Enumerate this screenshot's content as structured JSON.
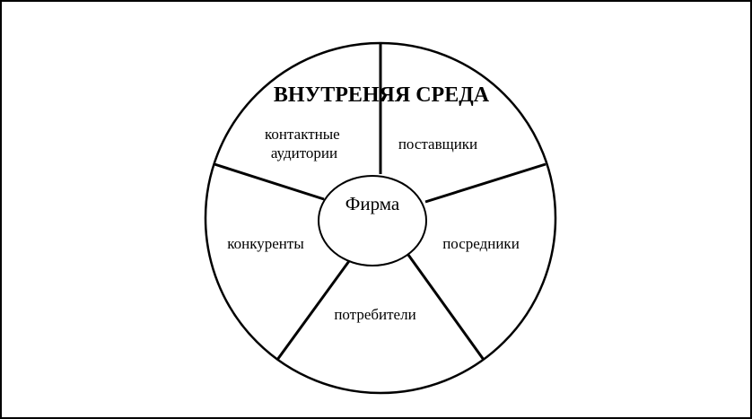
{
  "diagram": {
    "title": "ВНУТРЕНЯЯ СРЕДА",
    "center": "Фирма",
    "segments": [
      {
        "id": "contact-audiences",
        "lines": [
          "контактные",
          "аудитории"
        ]
      },
      {
        "id": "suppliers",
        "lines": [
          "поставщики"
        ]
      },
      {
        "id": "intermediaries",
        "lines": [
          "посредники"
        ]
      },
      {
        "id": "consumers",
        "lines": [
          "потребители"
        ]
      },
      {
        "id": "competitors",
        "lines": [
          "конкуренты"
        ]
      }
    ],
    "colors": {
      "stroke": "#000000",
      "fill": "#ffffff"
    }
  }
}
